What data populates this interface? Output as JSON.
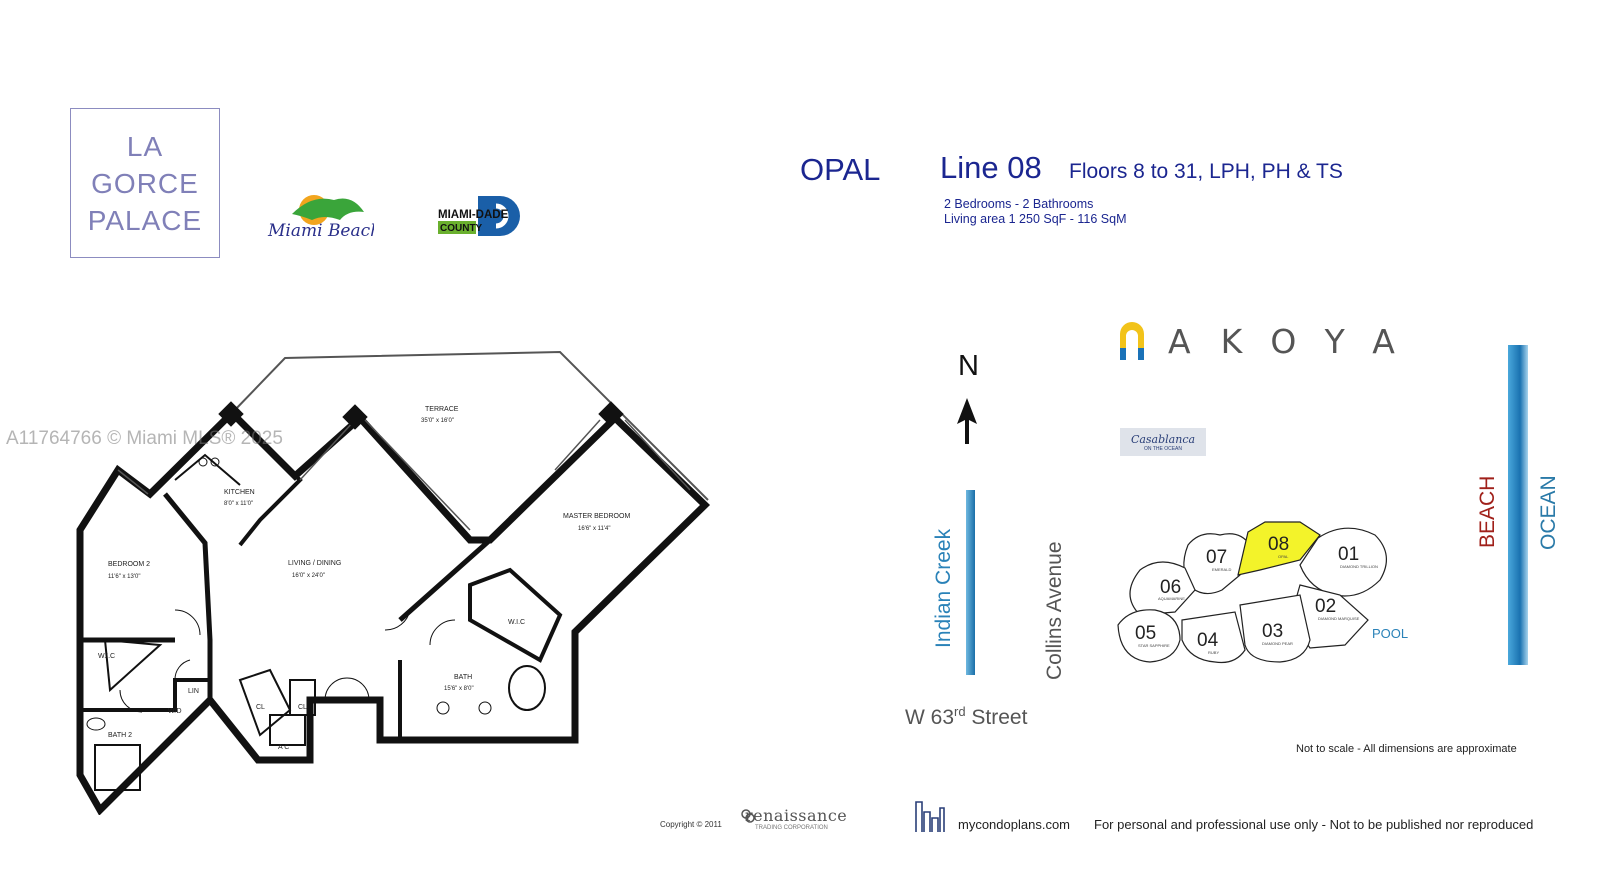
{
  "branding": {
    "building_name_lines": [
      "LA",
      "GORCE",
      "PALACE"
    ],
    "miami_beach_logo_text": "Miami Beach",
    "miami_dade_line1": "MIAMI-DADE",
    "miami_dade_line2": "COUNTY",
    "akoya_letters": [
      "A",
      "K",
      "O",
      "Y",
      "A"
    ],
    "casablanca_name": "Casablanca",
    "casablanca_sub": "ON THE OCEAN",
    "renaissance_name": "renaissance",
    "renaissance_sub": "TRADING CORPORATION"
  },
  "header": {
    "model": "OPAL",
    "line": "Line 08",
    "floors": "Floors 8 to 31, LPH, PH & TS",
    "bedrooms": "2 Bedrooms - 2 Bathrooms",
    "area": "Living area  1 250 SqF - 116 SqM"
  },
  "floorplan": {
    "rooms": {
      "terrace": {
        "label": "TERRACE",
        "dims": "35'0\" x 16'0\""
      },
      "kitchen": {
        "label": "KITCHEN",
        "dims": "8'0\" x 11'0\""
      },
      "bedroom2": {
        "label": "BEDROOM 2",
        "dims": "11'6\" x 13'0\""
      },
      "living": {
        "label": "LIVING / DINING",
        "dims": "16'0\" x 24'0\""
      },
      "master": {
        "label": "MASTER BEDROOM",
        "dims": "16'6\" x 11'4\""
      },
      "bath": {
        "label": "BATH",
        "dims": "15'6\" x 8'0\""
      },
      "bath2": {
        "label": "BATH 2"
      },
      "wic1": {
        "label": "W.I.C"
      },
      "wic2": {
        "label": "W.I.C"
      },
      "lin": {
        "label": "LIN"
      },
      "wd": {
        "label": "W/D"
      },
      "cl1": {
        "label": "CL"
      },
      "cl2": {
        "label": "CL"
      },
      "ac": {
        "label": "A C"
      }
    }
  },
  "siteplan": {
    "north": "N",
    "indian_creek": "Indian Creek",
    "collins": "Collins Avenue",
    "street_prefix": "W 63",
    "street_sup": "rd",
    "street_suffix": " Street",
    "beach": "BEACH",
    "ocean": "OCEAN",
    "pool": "POOL",
    "highlight_color": "#f3f32a",
    "units": [
      {
        "num": "07",
        "name": "EMERALD"
      },
      {
        "num": "08",
        "name": "OPAL"
      },
      {
        "num": "01",
        "name": "DIAMOND TRILLION"
      },
      {
        "num": "06",
        "name": "AQUAMARINE"
      },
      {
        "num": "02",
        "name": "DIAMOND MARQUISE"
      },
      {
        "num": "05",
        "name": "STAR SAPPHIRE"
      },
      {
        "num": "04",
        "name": "RUBY"
      },
      {
        "num": "03",
        "name": "DIAMOND PEAR"
      }
    ]
  },
  "footer": {
    "disclaimer": "Not to scale - All dimensions are approximate",
    "copyright": "Copyright  ©  2011",
    "website": "mycondoplans.com",
    "usage": "For personal and professional use only - Not to be published nor reproduced"
  },
  "watermark": "A11764766 © Miami MLS® 2025",
  "colors": {
    "title_blue": "#1b2690",
    "beach_red": "#a0201a",
    "ocean_blue": "#2a7aa8",
    "water_blue": "#2a82b8"
  }
}
